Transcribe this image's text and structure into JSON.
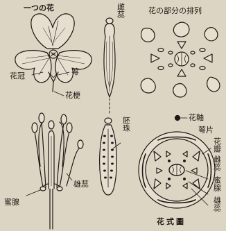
{
  "labels": {
    "single_flower": "一つの花",
    "arrangement": "花の部分の排列",
    "pistil": "雌蕊",
    "corolla": "花冠",
    "calyx": "萼",
    "pedicel": "花梗",
    "ovule": "胚珠",
    "stamen": "雄蕊",
    "nectary": "蜜腺",
    "axis": "花軸",
    "sepal": "萼片",
    "petal_cut": "花瓣",
    "pistil_right": "雌蕊",
    "nectary_right": "蜜腺",
    "stamen_right": "雄蕊",
    "floral_diagram": "花式圖"
  },
  "colors": {
    "paper": "#ddd5c4",
    "ink": "#1c1813"
  }
}
